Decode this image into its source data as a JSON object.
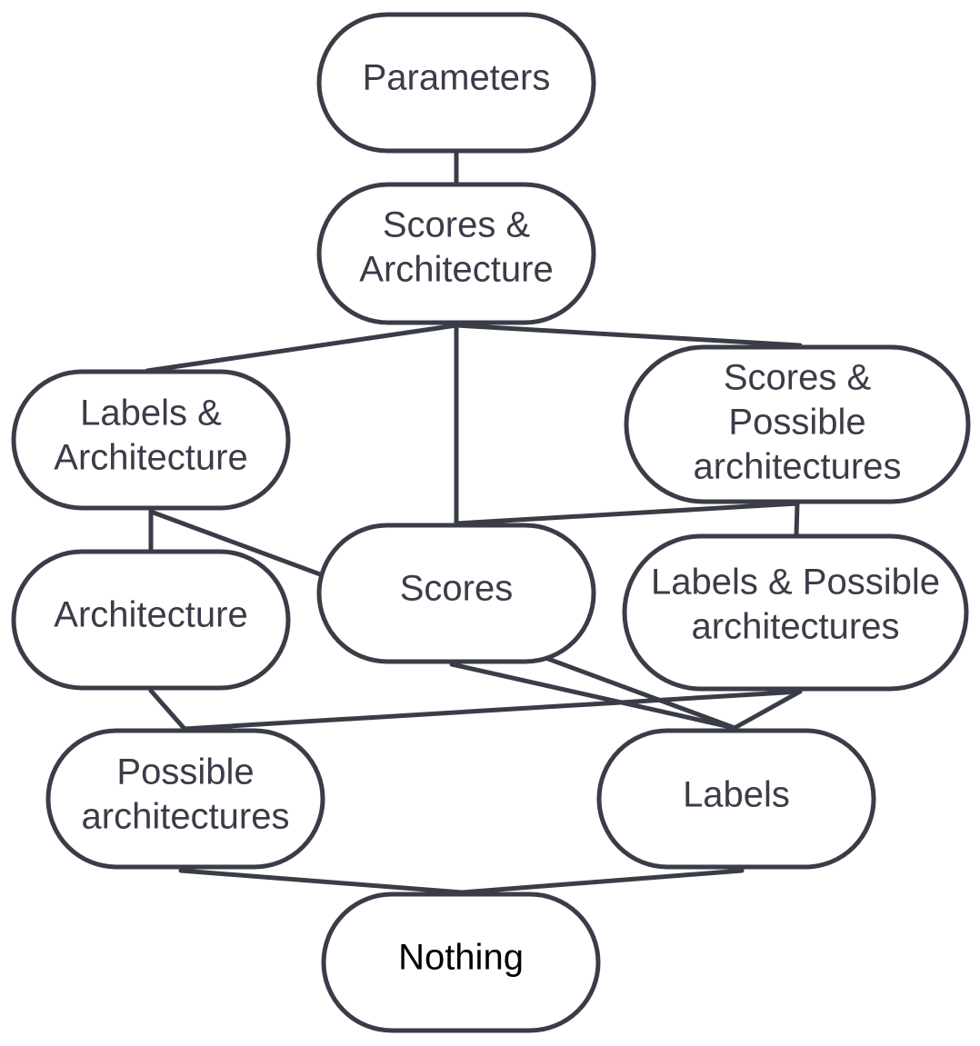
{
  "diagram": {
    "nodes": {
      "parameters": {
        "lines": [
          "Parameters"
        ]
      },
      "scores_architecture": {
        "lines": [
          "Scores &",
          "Architecture"
        ]
      },
      "labels_architecture": {
        "lines": [
          "Labels &",
          "Architecture"
        ]
      },
      "scores_possible": {
        "lines": [
          "Scores &",
          "Possible",
          "architectures"
        ]
      },
      "architecture": {
        "lines": [
          "Architecture"
        ]
      },
      "scores": {
        "lines": [
          "Scores"
        ]
      },
      "labels_possible": {
        "lines": [
          "Labels & Possible",
          "architectures"
        ]
      },
      "possible_architectures": {
        "lines": [
          "Possible",
          "architectures"
        ]
      },
      "labels": {
        "lines": [
          "Labels"
        ]
      },
      "nothing": {
        "lines": [
          "Nothing"
        ]
      }
    },
    "edges": [
      [
        "parameters",
        "scores_architecture"
      ],
      [
        "scores_architecture",
        "labels_architecture"
      ],
      [
        "scores_architecture",
        "scores"
      ],
      [
        "scores_architecture",
        "scores_possible"
      ],
      [
        "labels_architecture",
        "architecture"
      ],
      [
        "labels_architecture",
        "labels"
      ],
      [
        "scores_possible",
        "scores"
      ],
      [
        "scores_possible",
        "labels_possible"
      ],
      [
        "architecture",
        "possible_architectures"
      ],
      [
        "scores",
        "labels"
      ],
      [
        "labels_possible",
        "possible_architectures"
      ],
      [
        "labels_possible",
        "labels"
      ],
      [
        "possible_architectures",
        "nothing"
      ],
      [
        "labels",
        "nothing"
      ]
    ],
    "colors": {
      "stroke": "#3a3d48",
      "text": "#3a3d48",
      "emphasis_text": "#000000",
      "background": "#ffffff"
    }
  }
}
